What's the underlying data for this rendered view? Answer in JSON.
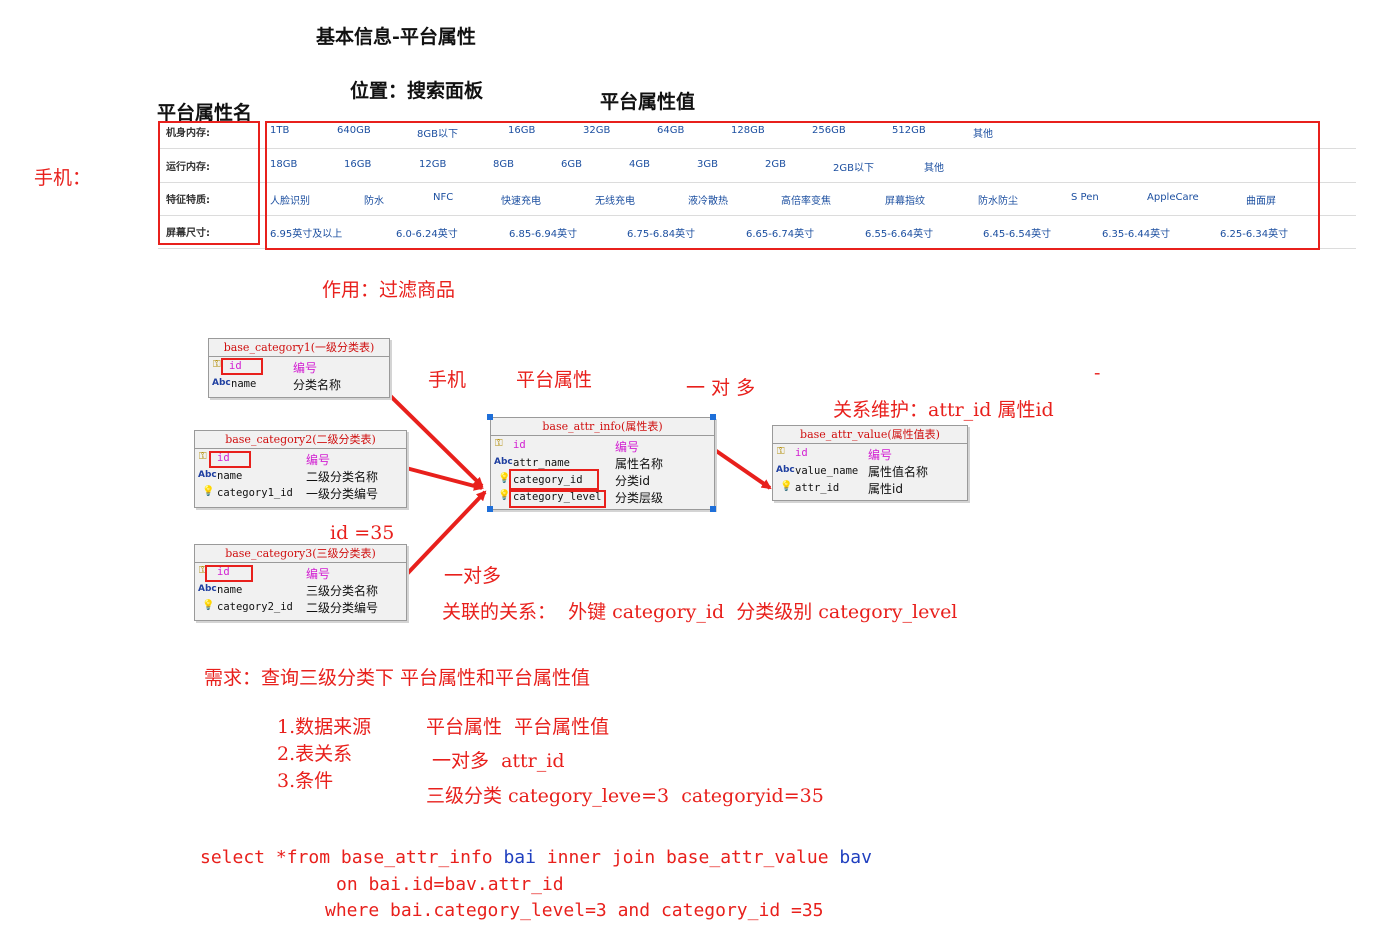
{
  "header": {
    "title": "基本信息-平台属性",
    "position": "位置：搜索面板",
    "attr_name_label": "平台属性名",
    "attr_value_label": "平台属性值",
    "phone_label": "手机：",
    "purpose": "作用：过滤商品"
  },
  "attr_table": {
    "rows": [
      {
        "label": "机身内存:",
        "values": [
          "1TB",
          "640GB",
          "8GB以下",
          "16GB",
          "32GB",
          "64GB",
          "128GB",
          "256GB",
          "512GB",
          "其他"
        ]
      },
      {
        "label": "运行内存:",
        "values": [
          "18GB",
          "16GB",
          "12GB",
          "8GB",
          "6GB",
          "4GB",
          "3GB",
          "2GB",
          "2GB以下",
          "其他"
        ]
      },
      {
        "label": "特征特质:",
        "values": [
          "人脸识别",
          "防水",
          "NFC",
          "快速充电",
          "无线充电",
          "液冷散热",
          "高倍率变焦",
          "屏幕指纹",
          "防水防尘",
          "S Pen",
          "AppleCare",
          "曲面屏"
        ]
      },
      {
        "label": "屏幕尺寸:",
        "values": [
          "6.95英寸及以上",
          "6.0-6.24英寸",
          "6.85-6.94英寸",
          "6.75-6.84英寸",
          "6.65-6.74英寸",
          "6.55-6.64英寸",
          "6.45-6.54英寸",
          "6.35-6.44英寸",
          "6.25-6.34英寸"
        ]
      }
    ]
  },
  "entities": {
    "cat1": {
      "title": "base_category1(一级分类表)",
      "fields": [
        {
          "name": "id",
          "desc": "编号",
          "icon": "key-icon"
        },
        {
          "name": "name",
          "desc": "分类名称",
          "icon": "abc-icon"
        }
      ]
    },
    "cat2": {
      "title": "base_category2(二级分类表)",
      "fields": [
        {
          "name": "id",
          "desc": "编号",
          "icon": "key-icon"
        },
        {
          "name": "name",
          "desc": "二级分类名称",
          "icon": "abc-icon"
        },
        {
          "name": "category1_id",
          "desc": "一级分类编号",
          "icon": "bulb-icon"
        }
      ]
    },
    "cat3": {
      "title": "base_category3(三级分类表)",
      "fields": [
        {
          "name": "id",
          "desc": "编号",
          "icon": "key-icon"
        },
        {
          "name": "name",
          "desc": "三级分类名称",
          "icon": "abc-icon"
        },
        {
          "name": "category2_id",
          "desc": "二级分类编号",
          "icon": "bulb-icon"
        }
      ]
    },
    "attr_info": {
      "title": "base_attr_info(属性表)",
      "fields": [
        {
          "name": "id",
          "desc": "编号",
          "icon": "key-icon"
        },
        {
          "name": "attr_name",
          "desc": "属性名称",
          "icon": "abc-icon"
        },
        {
          "name": "category_id",
          "desc": "分类id",
          "icon": "bulb-icon"
        },
        {
          "name": "category_level",
          "desc": "分类层级",
          "icon": "bulb-icon"
        }
      ]
    },
    "attr_value": {
      "title": "base_attr_value(属性值表)",
      "fields": [
        {
          "name": "id",
          "desc": "编号",
          "icon": "key-icon"
        },
        {
          "name": "value_name",
          "desc": "属性值名称",
          "icon": "abc-icon"
        },
        {
          "name": "attr_id",
          "desc": "属性id",
          "icon": "bulb-icon"
        }
      ]
    }
  },
  "annotations": {
    "phone": "手机",
    "platform_attr": "平台属性",
    "one_to_many_top": "一 对 多",
    "dash": "-",
    "relation_maintain": "关系维护：attr_id 属性id",
    "id_eq": "id =35",
    "one_to_many": "一对多",
    "relation": "关联的关系：  外键 category_id  分类级别 category_level"
  },
  "requirement": {
    "title": "需求：查询三级分类下 平台属性和平台属性值",
    "items": [
      "1.数据来源",
      "2.表关系",
      "3.条件"
    ],
    "answers": [
      "平台属性  平台属性值",
      "一对多  attr_id",
      "三级分类 category_leve=3  categoryid=35"
    ]
  },
  "sql": {
    "select": "select",
    "line1_mid": " *from base_attr_info ",
    "alias1": "bai",
    "line1_mid2": " inner join base_attr_value ",
    "alias2": "bav",
    "line2": "on bai.id=bav.attr_id",
    "line3": "where bai.category_level=3 and category_id =35"
  },
  "colors": {
    "red": "#e8201c",
    "link_blue": "#1c4fa0",
    "field_magenta": "#d21fd2",
    "sql_blue": "#1f3fbf"
  }
}
